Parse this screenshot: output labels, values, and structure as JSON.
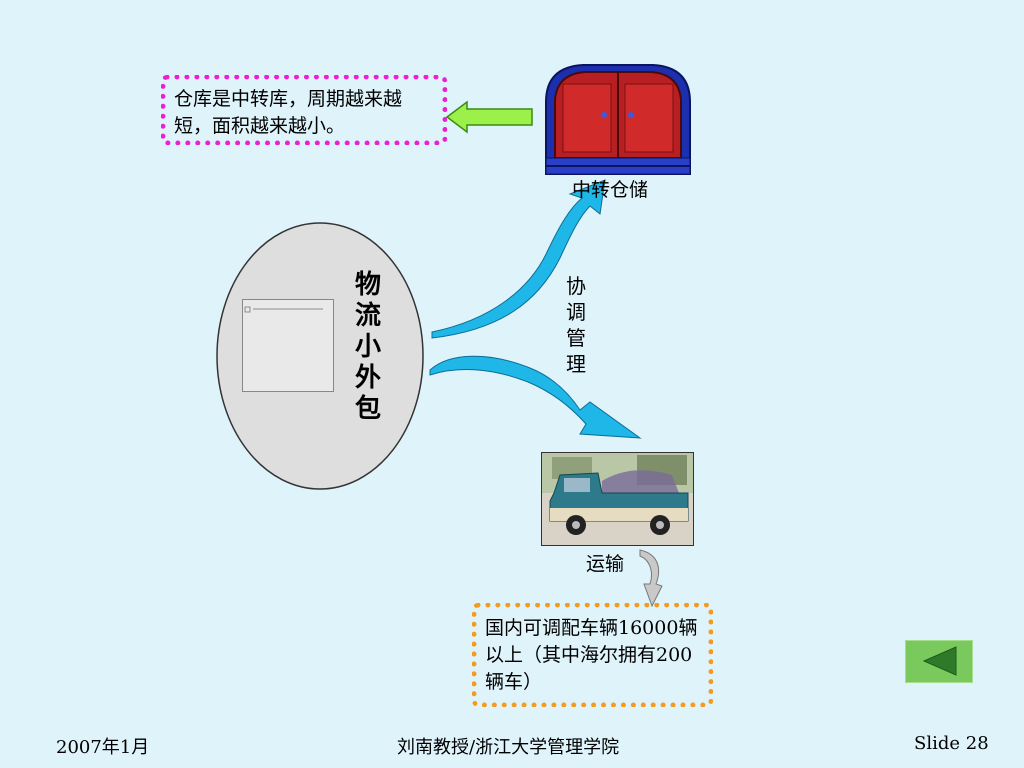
{
  "slide": {
    "notes": {
      "warehouse": "仓库是中转库，周期越来越短，面积越来越小。",
      "transport": "国内可调配车辆16000辆以上（其中海尔拥有200辆车）"
    },
    "labels": {
      "warehouse": "中转仓储",
      "transport": "运输",
      "coordination": [
        "协",
        "调",
        "管",
        "理"
      ],
      "outsourcing": [
        "物",
        "流",
        "小",
        "外",
        "包"
      ]
    },
    "icons": {
      "warehouse": "cabinet-icon",
      "arrow_left": "green-arrow-left-icon",
      "truck": "truck-photo",
      "prev": "triangle-left-icon"
    },
    "colors": {
      "background": "#dff3fb",
      "pink_border": "#ee1fd3",
      "orange_border": "#f59a1d",
      "arrow_blue": "#1fb6e8",
      "button_green": "#7ac95c"
    }
  },
  "footer": {
    "date": "2007年1月",
    "author": "刘南教授/浙江大学管理学院",
    "slide_number": "Slide 28"
  }
}
